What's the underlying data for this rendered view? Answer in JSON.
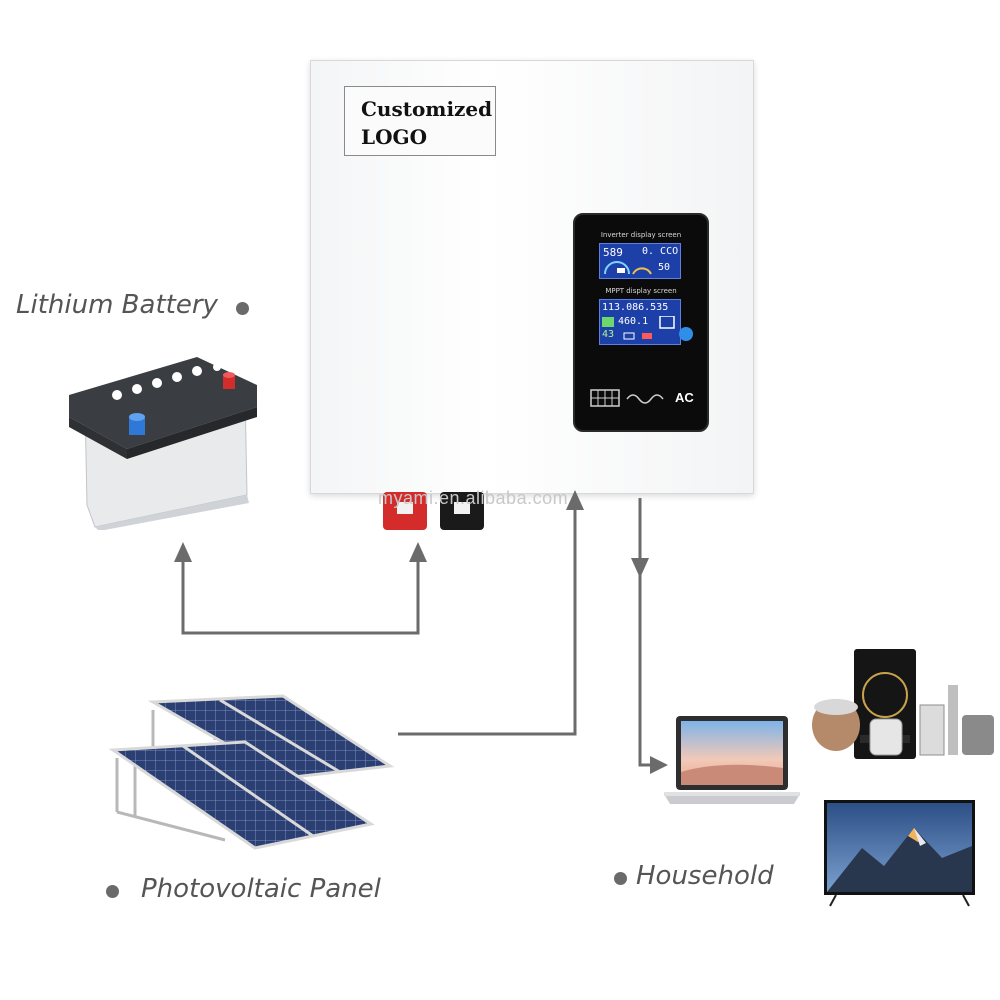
{
  "inverter": {
    "logo_text": "Customized\nLOGO",
    "display": {
      "inverter_caption": "Inverter display screen",
      "inverter_left": "589",
      "inverter_right": "0. CCO",
      "inverter_hz": "50",
      "mppt_caption": "MPPT display screen",
      "mppt_top": "113.086.535",
      "mppt_mid": "460.1",
      "mppt_percent": "43",
      "ac_label": "AC"
    },
    "watermark": "myami.en.alibaba.com"
  },
  "labels": {
    "battery": "Lithium Battery",
    "panel": "Photovoltaic Panel",
    "household": "Household"
  },
  "colors": {
    "arrow": "#6b6b6b",
    "screen_blue": "#1d3fa8",
    "terminal_red": "#d42b2b",
    "terminal_black": "#1a1a1a"
  }
}
